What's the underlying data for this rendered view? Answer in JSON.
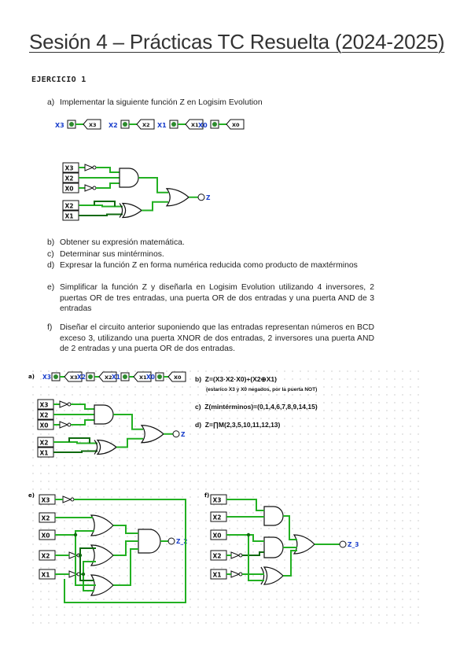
{
  "title": "Sesión 4 – Prácticas TC Resuelta (2024-2025)",
  "exercise": "EJERCICIO 1",
  "items": [
    {
      "label": "a)",
      "text": "Implementar la siguiente función Z en Logisim Evolution"
    },
    {
      "label": "b)",
      "text": "Obtener su expresión matemática."
    },
    {
      "label": "c)",
      "text": "Determinar sus mintérminos."
    },
    {
      "label": "d)",
      "text": "Expresar la función Z en forma numérica reducida como producto de maxtérminos"
    },
    {
      "label": "e)",
      "text": "Simplificar la función Z y diseñarla en Logisim Evolution utilizando 4 inversores, 2 puertas OR de tres entradas, una puerta OR de dos entradas y una puerta AND de 3 entradas"
    },
    {
      "label": "f)",
      "text": "Diseñar el circuito anterior suponiendo que las entradas representan números en BCD exceso 3, utilizando una puerta XNOR de dos entradas, 2 inversores una puerta AND de 2 entradas y una puerta OR de dos entradas."
    }
  ],
  "signals": {
    "x3": "X3",
    "x2": "X2",
    "x1": "X1",
    "x0": "X0",
    "z": "Z",
    "z2": "Z_2",
    "z3": "Z_3"
  },
  "panel_labels": {
    "a": "a)",
    "b": "b)",
    "c": "c)",
    "d": "d)",
    "e": "e)",
    "f": "f)"
  },
  "answers": {
    "b_expr": "Z=(X3·X2·X0)+(X2⊕X1)",
    "b_note": "(estarico X3 y X0 negados, por la puerta NOT)",
    "c_expr": "Z(mintérminos)=(0,1,4,6,7,8,9,14,15)",
    "d_expr": "Z=∏M(2,3,5,10,11,12,13)"
  },
  "colors": {
    "wire_on": "#22b022",
    "wire_dark": "#0f6a0f",
    "signal_label": "#1a3fcc",
    "pin_fill": "#2e8b2e",
    "grid_dot": "#c4c4c4"
  }
}
